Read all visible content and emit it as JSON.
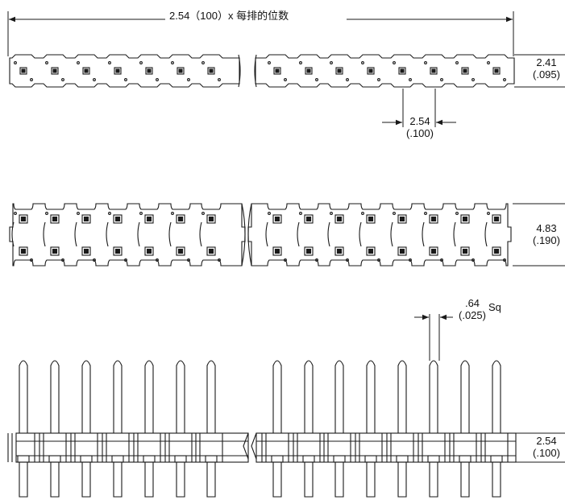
{
  "top_view": {
    "overall_dim": "2.54（100）x 每排的位数",
    "height_mm": "2.41",
    "height_in": "(.095)",
    "pitch_mm": "2.54",
    "pitch_in": "(.100)"
  },
  "double_row": {
    "height_mm": "4.83",
    "height_in": "(.190)"
  },
  "side_view": {
    "pin_size_mm": ".64",
    "pin_size_in": "(.025)",
    "pin_size_suffix": "Sq",
    "body_mm": "2.54",
    "body_in": "(.100)"
  },
  "colors": {
    "line": "#1a1a1a",
    "background": "#ffffff"
  }
}
